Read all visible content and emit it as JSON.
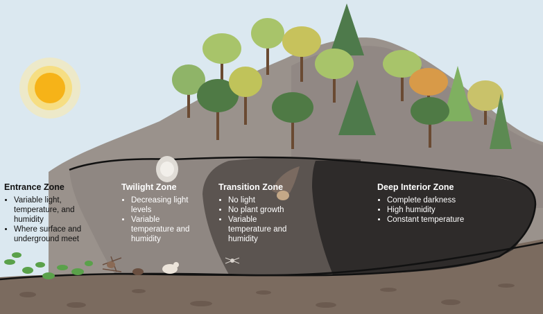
{
  "zones": {
    "entrance": {
      "title": "Entrance Zone",
      "items": [
        "Variable light, temperature, and humidity",
        "Where surface and underground meet"
      ]
    },
    "twilight": {
      "title": "Twilight Zone",
      "items": [
        "Decreasing light levels",
        "Variable temperature and humidity"
      ]
    },
    "transition": {
      "title": "Transition Zone",
      "items": [
        "No light",
        "No plant growth",
        "Variable temperature and humidity"
      ]
    },
    "deep": {
      "title": "Deep Interior Zone",
      "items": [
        "Complete darkness",
        "High humidity",
        "Constant temperature"
      ]
    }
  },
  "colors": {
    "sky": "#dbe8f0",
    "mountain": "#9a928c",
    "cave_twilight": "#8f8782",
    "cave_transition": "#5b5450",
    "cave_deep": "#2e2b2a",
    "ground": "#7b6b5f",
    "sun": "#f6b318",
    "tree_light": "#a8c46a",
    "tree_dark": "#4f7a45",
    "tree_autumn": "#d89a48"
  },
  "icons": [
    "sun-icon",
    "bat-icon",
    "spider-icon",
    "mouse-icon",
    "fungus-icon",
    "plant-icon",
    "tree-icon"
  ]
}
